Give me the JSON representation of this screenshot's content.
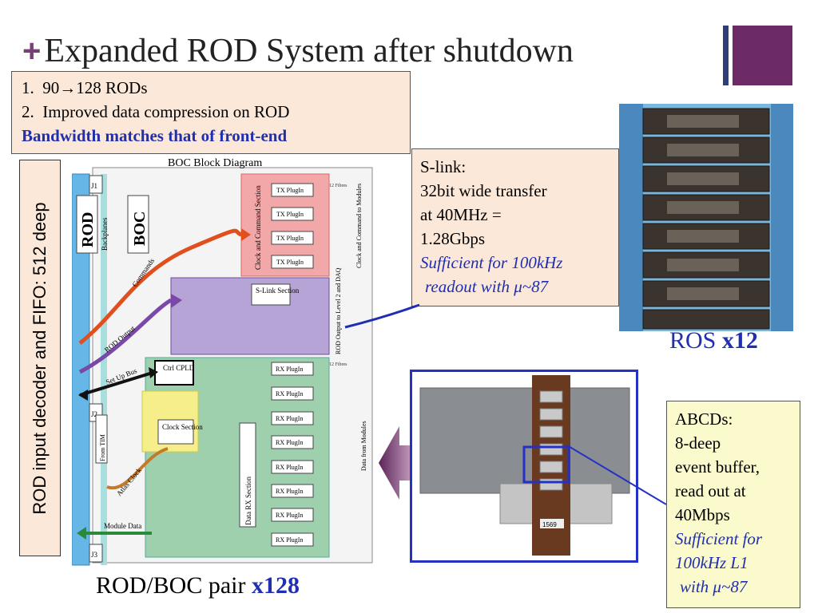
{
  "slide": {
    "title_plus": "+",
    "title": "Expanded ROD System after shutdown"
  },
  "top_box": {
    "item1_num": "1.",
    "item1_text": "90→128 RODs",
    "item2_num": "2.",
    "item2_text": "Improved data compression on ROD",
    "emphasis": "Bandwidth matches that of front-end"
  },
  "slink_box": {
    "line1": "S-link:",
    "line2": "32bit wide transfer",
    "line3": "at 40MHz =",
    "line4": "1.28Gbps",
    "line5": "Sufficient for 100kHz",
    "line6": "readout with μ~87"
  },
  "abcd_box": {
    "line1": "ABCDs:",
    "line2": "8-deep",
    "line3": "event buffer,",
    "line4": "read out at",
    "line5": "40Mbps",
    "line6": "Sufficient for",
    "line7": "100kHz L1",
    "line8": "with μ~87"
  },
  "side_label": "ROD input decoder and FIFO: 512 deep",
  "captions": {
    "ros_text": "ROS ",
    "ros_bold": "x12",
    "rodboc_text": "ROD/BOC pair ",
    "rodboc_bold": "x128"
  },
  "diagram": {
    "title": "BOC Block Diagram",
    "rod": "ROD",
    "backplanes": "Backplanes",
    "boc": "BOC",
    "j1": "J1",
    "j2": "J2",
    "j3": "J3",
    "from_ttim": "From TIM",
    "tx_plugin": "TX PlugIn",
    "rx_plugin": "RX PlugIn",
    "clock_cmd": "Clock and Command Section",
    "clock_cmd_to": "Clock and Command to Modules",
    "slink_section": "S-Link Section",
    "rod_output": "ROD Output to Level 2 and DAQ",
    "ctrl_cpld": "Ctrl CPLD",
    "clock_section": "Clock Section",
    "data_rx": "Data RX Section",
    "data_from": "Data from Modules",
    "fibres": "12 Fibres",
    "commands": "Commands",
    "rod_output_arrow": "ROD Output",
    "setup_bus": "Set Up Bus",
    "atlas_clock": "Atlas Clock",
    "module_data": "Module Data"
  },
  "photo": {
    "label": "1569"
  },
  "colors": {
    "accent_purple": "#6c2b66",
    "accent_blue": "#1f2fb0",
    "box_peach": "#fbe8d9",
    "box_yellow": "#fafacc"
  }
}
